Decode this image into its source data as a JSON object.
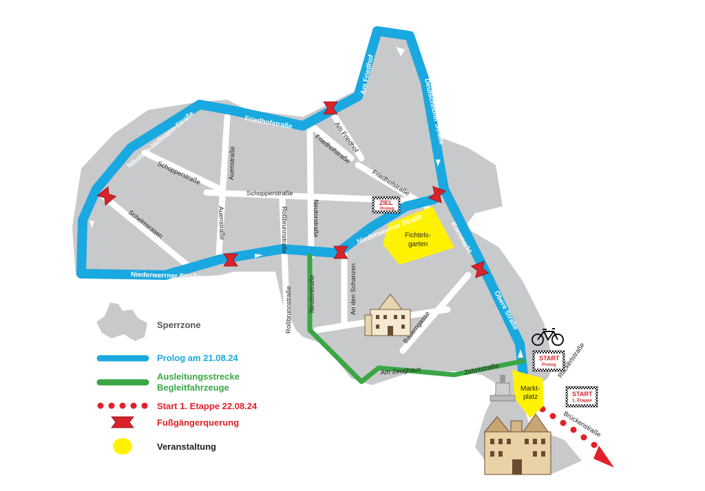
{
  "colors": {
    "zone": "#c8c9cb",
    "street": "#ffffff",
    "prolog": "#1aa8e0",
    "exit_route": "#3aa646",
    "start_etappe": "#e3202a",
    "crossing": "#d8232a",
    "event": "#fff200",
    "legend_text_dark": "#555555"
  },
  "legend": {
    "sperrzone": "Sperrzone",
    "prolog": "Prolog am 21.08.24",
    "ausleitung_line1": "Ausleitungsstrecke",
    "ausleitung_line2": "Begleitfahrzeuge",
    "start_etappe": "Start 1. Etappe 22.08.24",
    "crossing": "Fußgängerquerung",
    "event": "Veranstaltung"
  },
  "route_labels": {
    "nikolaus": "Nikolaus-Hofmann-Straße",
    "friedhofstrasse": "Friedhofstraße",
    "am_friedhof": "Am Friedhof",
    "deutschhoefer": "Deutschhöfer Straße",
    "niederwerrner_west": "Niederwerrner Straße",
    "niederwerrner_east": "Niederwerrner Straße",
    "kornmarkt": "Kornmarkt",
    "obere": "Obere Straße"
  },
  "street_labels": {
    "schopperstrasse_nw": "Schopperstraße",
    "schopperstrasse": "Schopperstraße",
    "auenstrasse_n": "Auenstraße",
    "auenstrasse_s": "Auenstraße",
    "schelmsrasen": "Schelmsrasen",
    "rossbrunn_n": "Roßbrunnstraße",
    "rossbrunn_s": "Roßbrunnstraße",
    "neutor_n": "Neutorstraße",
    "neutor_s": "Neutorstraße",
    "an_den_schanzen": "An den Schanzen",
    "am_friedhof_side": "Am Friedhof",
    "friedhofstrasse_side": "Friedhofstraße",
    "friedhofstrasse_east": "Friedhofstraße",
    "bauerngasse": "Bauerngasse",
    "am_zeughaus": "Am Zeughaus",
    "zehntstrasse": "Zehntstraße",
    "rueckertstrasse": "Rückertstraße",
    "brueckenstrasse": "Brückenstraße"
  },
  "places": {
    "fichtelsgarten_line1": "Fichtels-",
    "fichtelsgarten_line2": "garten",
    "marktplatz_line1": "Markt-",
    "marktplatz_line2": "platz"
  },
  "flags": {
    "ziel_title": "ZIEL",
    "ziel_sub": "Prolog",
    "start_prolog_title": "START",
    "start_prolog_sub": "Prolog",
    "start_etappe_title": "START",
    "start_etappe_sub": "1. Etappe"
  },
  "icons": [
    "bicycle-icon",
    "arrow-icon",
    "crossing-icon",
    "checkered-flag-icon",
    "building-icon",
    "monument-icon",
    "town-hall-icon"
  ]
}
